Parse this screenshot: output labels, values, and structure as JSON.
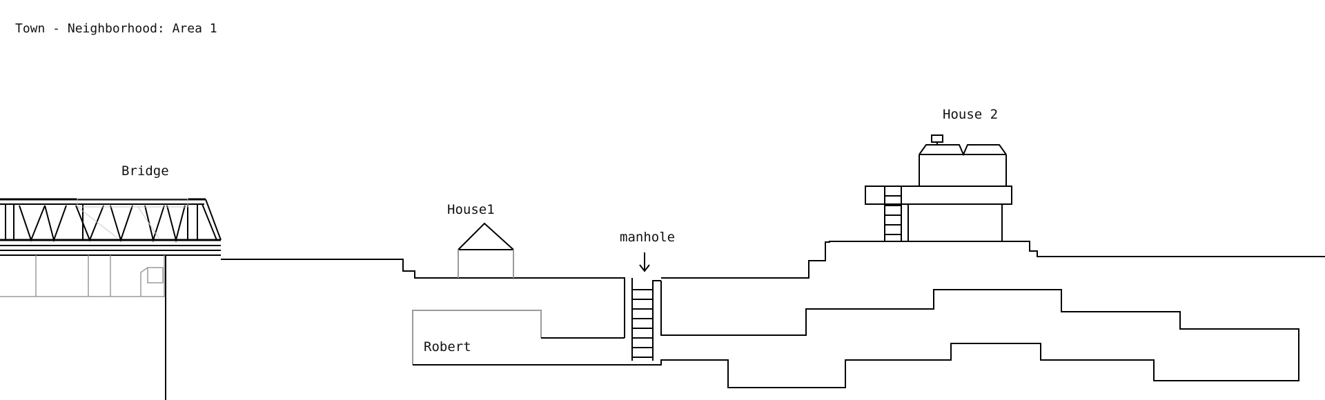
{
  "title": "Town - Neighborhood: Area 1",
  "labels": {
    "bridge": "Bridge",
    "house1": "House1",
    "house2": "House 2",
    "manhole": "manhole",
    "robert": "Robert"
  },
  "colors": {
    "ink": "#000000",
    "faint": "#9a9a9a",
    "background": "#ffffff"
  }
}
